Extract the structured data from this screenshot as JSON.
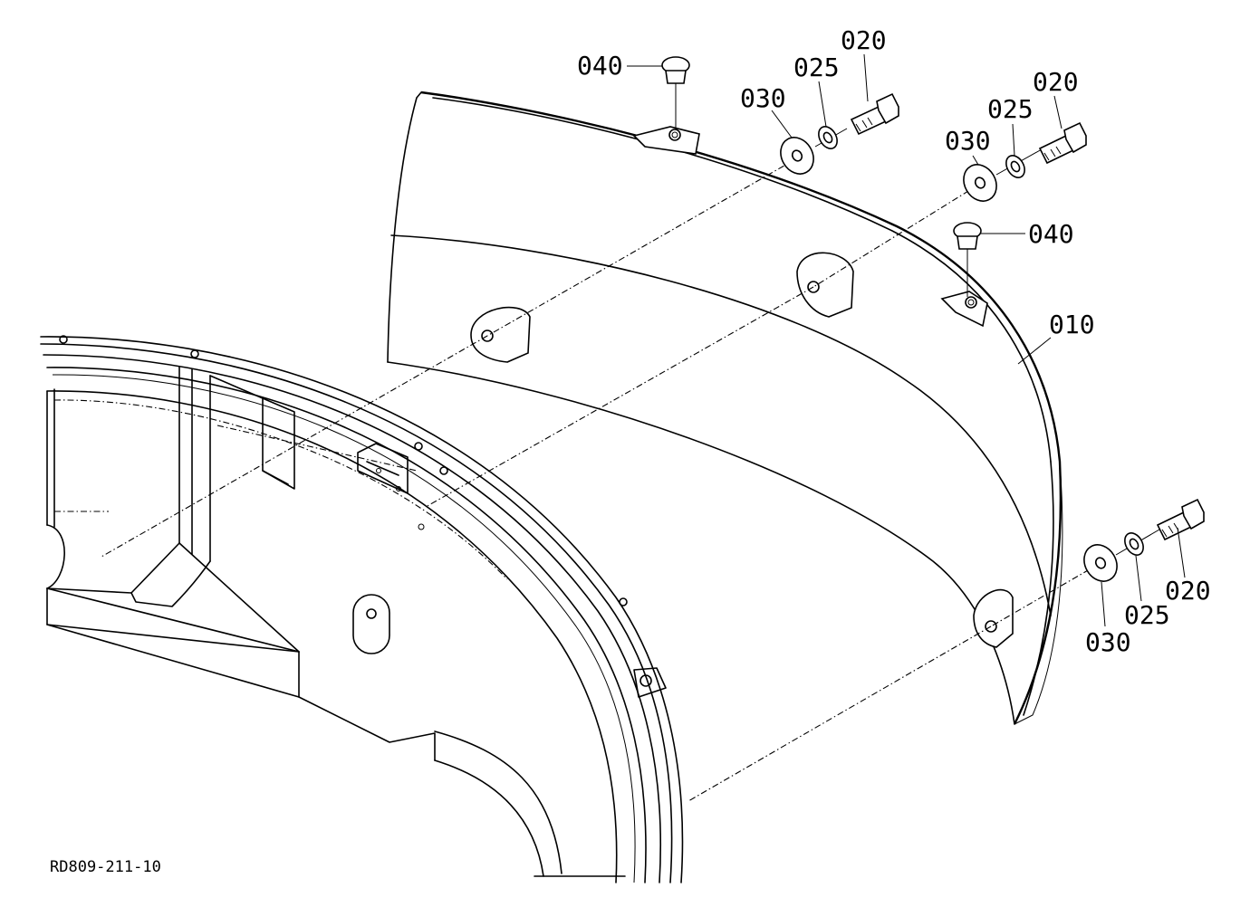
{
  "diagram": {
    "drawing_code": "RD809-211-10",
    "callouts": [
      {
        "id": "c040a",
        "text": "040"
      },
      {
        "id": "c030a",
        "text": "030"
      },
      {
        "id": "c025a",
        "text": "025"
      },
      {
        "id": "c020a",
        "text": "020"
      },
      {
        "id": "c030b",
        "text": "030"
      },
      {
        "id": "c025b",
        "text": "025"
      },
      {
        "id": "c020b",
        "text": "020"
      },
      {
        "id": "c040b",
        "text": "040"
      },
      {
        "id": "c010",
        "text": "010"
      },
      {
        "id": "c020c",
        "text": "020"
      },
      {
        "id": "c025c",
        "text": "025"
      },
      {
        "id": "c030c",
        "text": "030"
      }
    ]
  }
}
